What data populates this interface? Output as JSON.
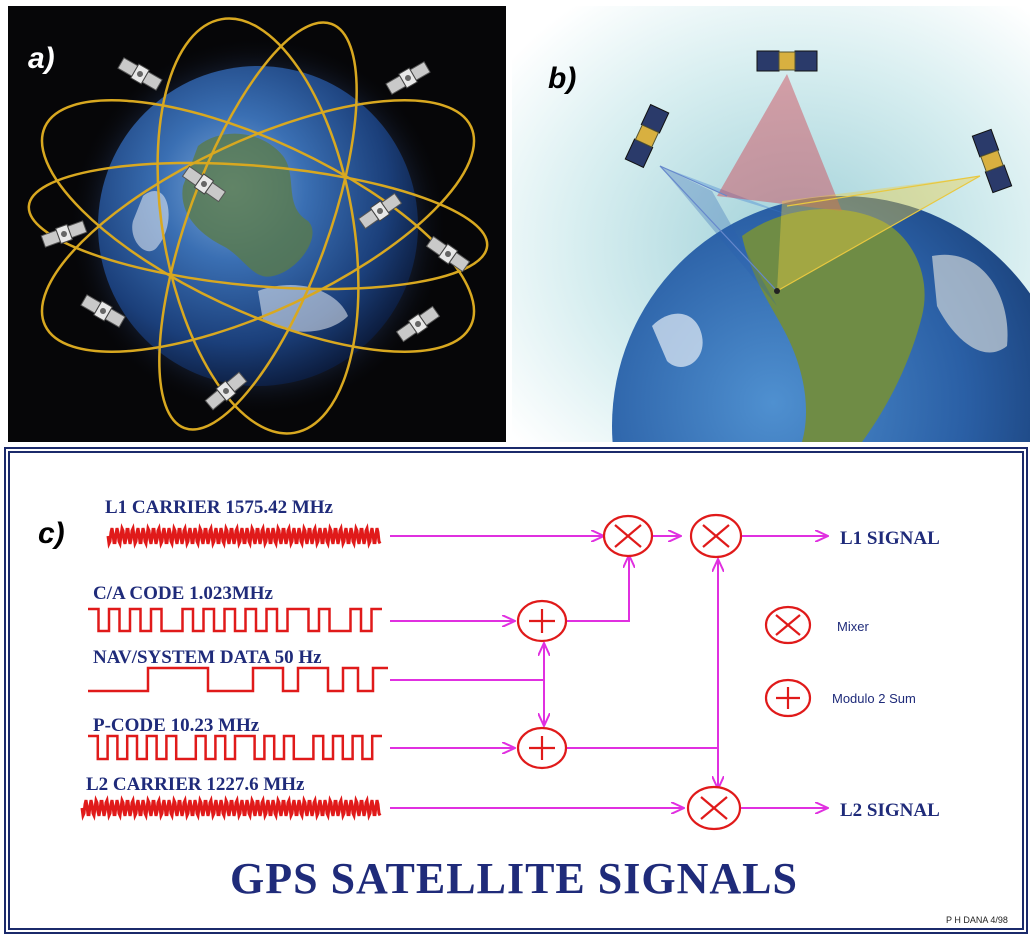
{
  "panels": {
    "a": {
      "label": "a)"
    },
    "b": {
      "label": "b)"
    },
    "c": {
      "label": "c)"
    }
  },
  "diagram": {
    "inputs": [
      {
        "id": "l1_carrier",
        "label": "L1 CARRIER 1575.42 MHz",
        "wave": "carrier"
      },
      {
        "id": "ca_code",
        "label": "C/A CODE 1.023MHz",
        "wave": "code"
      },
      {
        "id": "nav_data",
        "label": "NAV/SYSTEM DATA 50 Hz",
        "wave": "data"
      },
      {
        "id": "p_code",
        "label": "P-CODE 10.23 MHz",
        "wave": "code"
      },
      {
        "id": "l2_carrier",
        "label": "L2 CARRIER 1227.6 MHz",
        "wave": "carrier"
      }
    ],
    "outputs": {
      "l1": "L1 SIGNAL",
      "l2": "L2 SIGNAL"
    },
    "legend": {
      "mixer": "Mixer",
      "sum": "Modulo 2 Sum"
    },
    "title": "GPS SATELLITE SIGNALS",
    "credit": "P H DANA 4/98",
    "colors": {
      "wave": "#e01a1a",
      "line": "#e030e0",
      "text": "#1f2b7a",
      "symbol": "#e01a1a"
    }
  }
}
